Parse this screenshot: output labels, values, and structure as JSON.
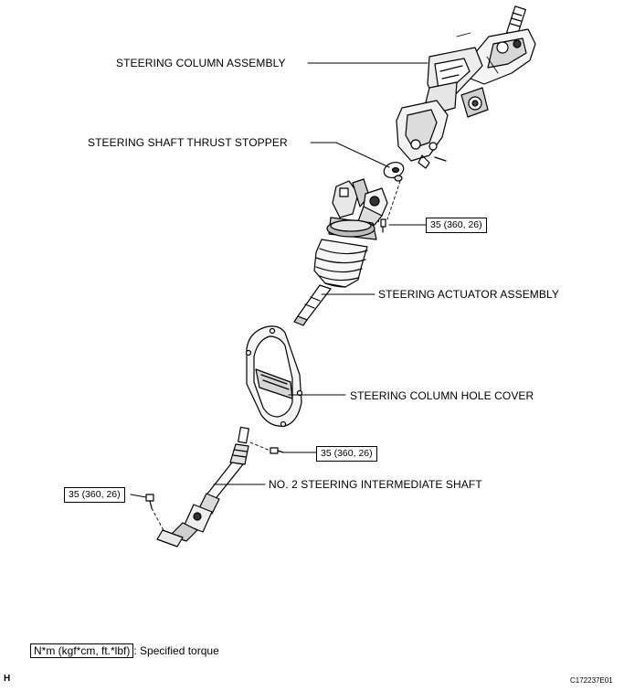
{
  "labels": {
    "steering_column_assembly": "STEERING COLUMN ASSEMBLY",
    "thrust_stopper": "STEERING SHAFT THRUST STOPPER",
    "actuator_assembly": "STEERING ACTUATOR ASSEMBLY",
    "hole_cover": "STEERING COLUMN HOLE COVER",
    "intermediate_shaft": "NO. 2 STEERING INTERMEDIATE SHAFT"
  },
  "torque": {
    "actuator_bolt": "35 (360, 26)",
    "shaft_bolt_right": "35 (360, 26)",
    "shaft_bolt_left": "35 (360, 26)"
  },
  "legend": {
    "unit": "N*m (kgf*cm, ft.*lbf)",
    "description": ": Specified torque"
  },
  "corner_mark": "H",
  "figure_id": "C172237E01"
}
